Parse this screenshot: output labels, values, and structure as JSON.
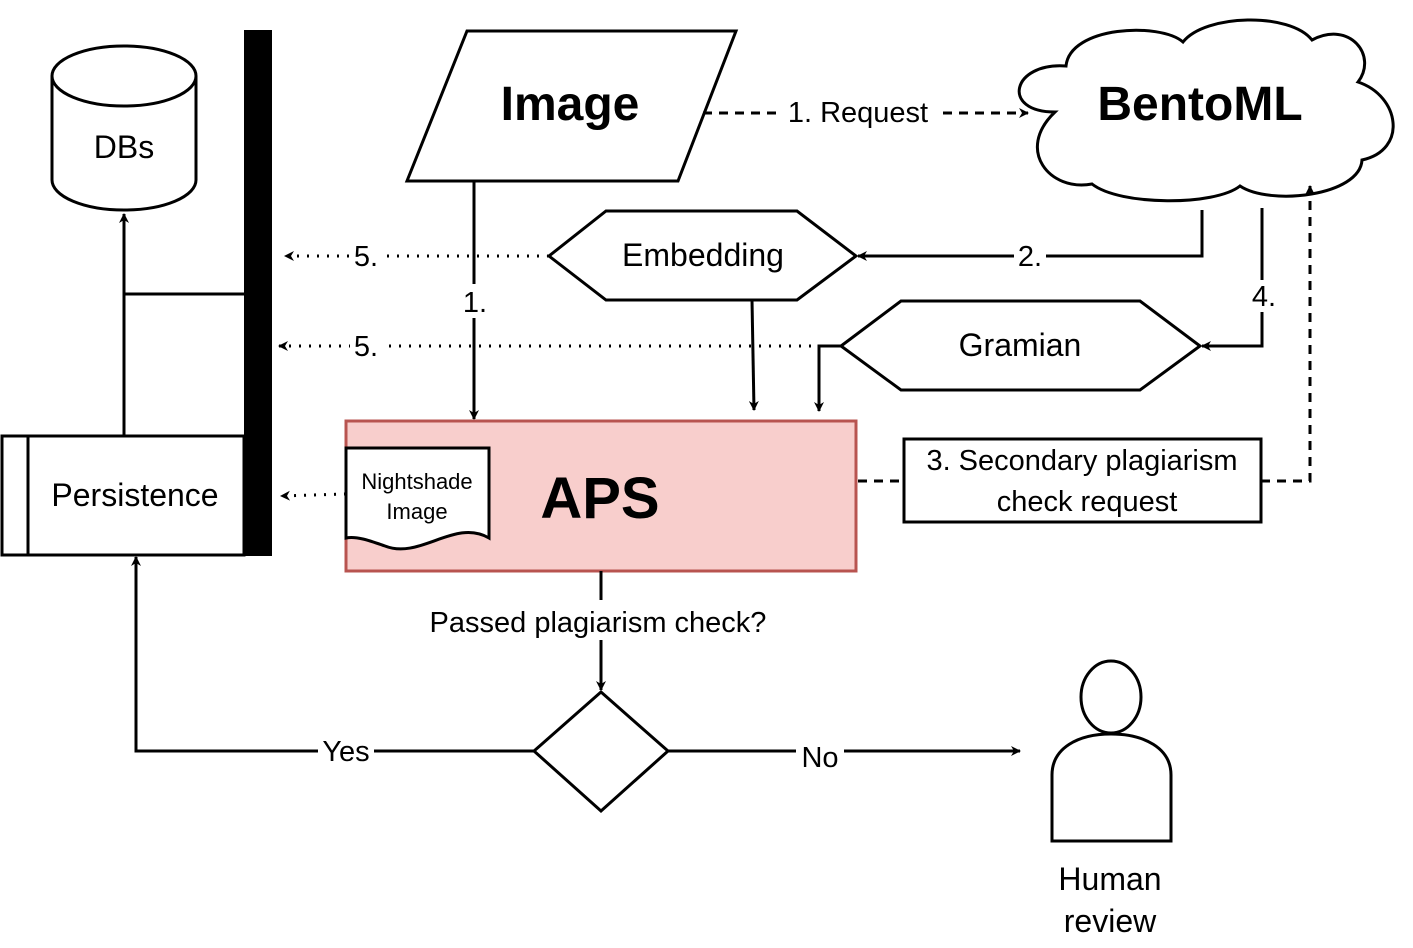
{
  "nodes": {
    "dbs": "DBs",
    "image": "Image",
    "bentoml": "BentoML",
    "embedding": "Embedding",
    "gramian": "Gramian",
    "persistence": "Persistence",
    "aps": "APS",
    "nightshade_line1": "Nightshade",
    "nightshade_line2": "Image",
    "secondary_line1": "3. Secondary plagiarism",
    "secondary_line2": "check request",
    "human_line1": "Human",
    "human_line2": "review"
  },
  "edges": {
    "request": "1. Request",
    "step2": "2.",
    "step4": "4.",
    "step1": "1.",
    "step5a": "5.",
    "step5b": "5.",
    "question": "Passed plagiarism check?",
    "yes": "Yes",
    "no": "No"
  },
  "colors": {
    "aps_fill": "#f8cecc",
    "aps_stroke": "#b85450"
  }
}
